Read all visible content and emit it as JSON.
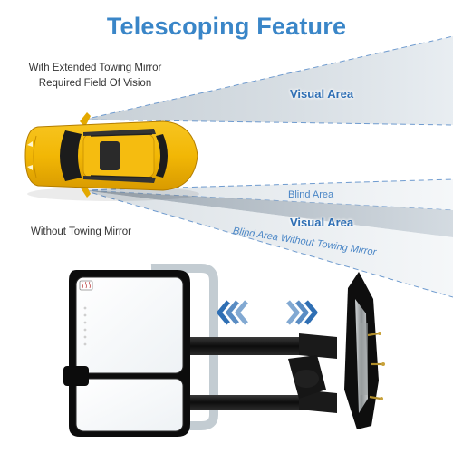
{
  "title": "Telescoping Feature",
  "extended_note": {
    "line1": "With Extended Towing Mirror",
    "line2": "Required Field Of Vision"
  },
  "without_note": "Without Towing Mirror",
  "visual_area_label": "Visual Area",
  "blind_area_label": "Blind Area",
  "blind_area_without_label": "Blind Area Without Towing Mirror",
  "colors": {
    "title": "#3a86c8",
    "visual_label": "#2f6fb4",
    "car_body": "#f2b705",
    "arrow": "#2f6fb4",
    "mirror_black": "#111111",
    "mirror_shadow": "#b8c3ca"
  },
  "icons": [
    "heated-glass-icon",
    "arrows-left-icon",
    "arrows-right-icon",
    "led-signal-icon"
  ]
}
